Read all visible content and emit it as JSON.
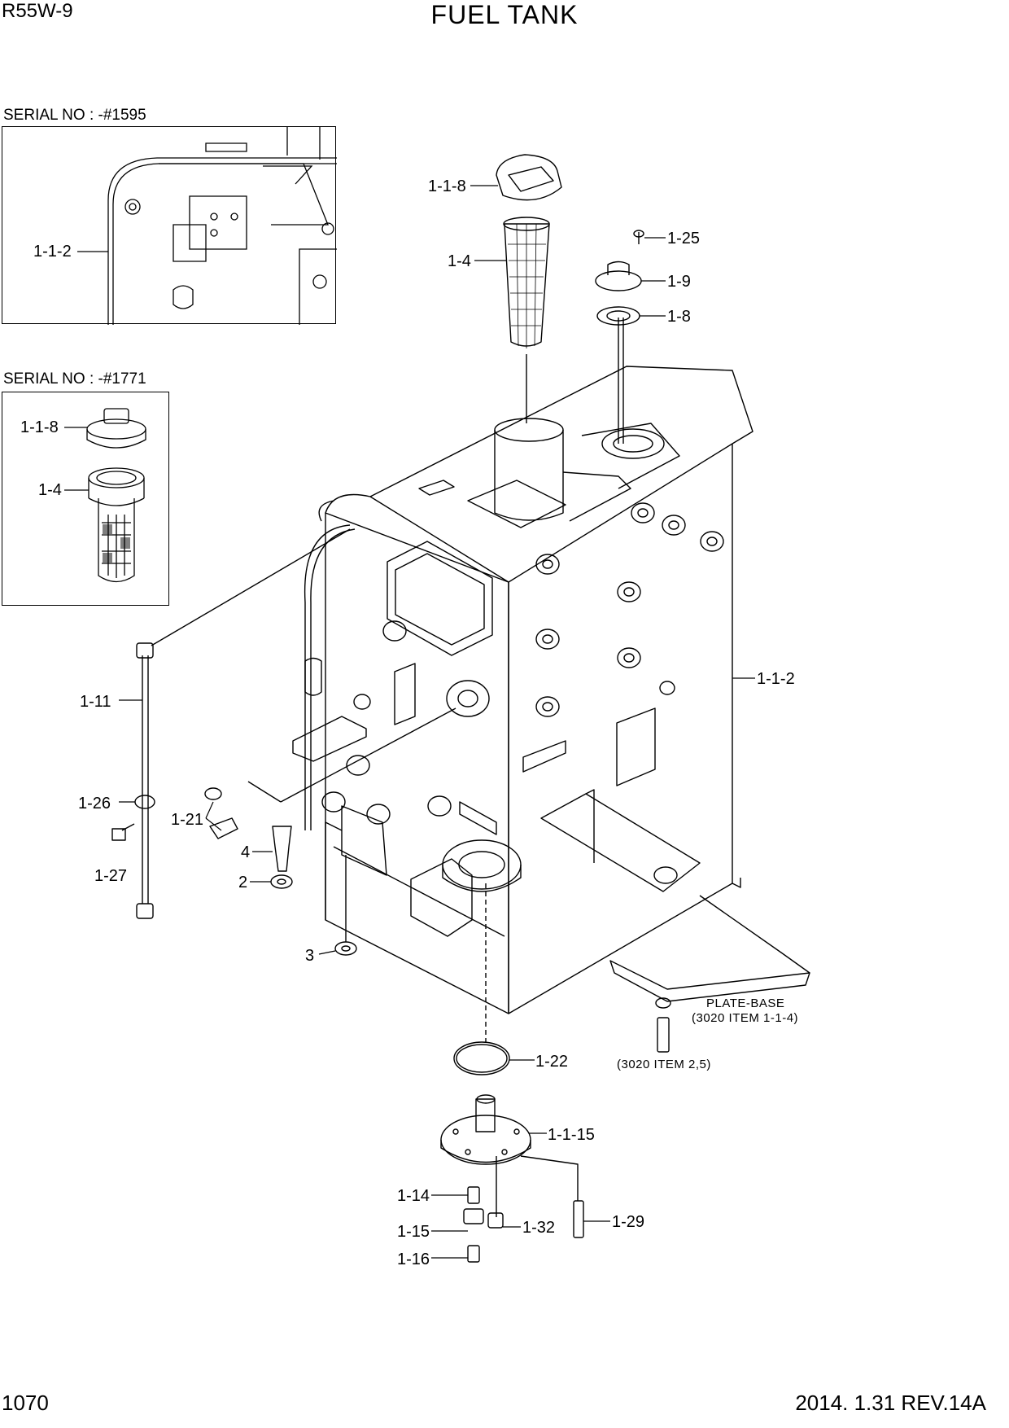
{
  "header": {
    "model": "R55W-9",
    "title": "FUEL TANK"
  },
  "footer": {
    "page": "1070",
    "revision": "2014. 1.31  REV.14A"
  },
  "insets": [
    {
      "serial": "SERIAL NO : -#1595",
      "labels": [
        "1-1-2"
      ]
    },
    {
      "serial": "SERIAL NO : -#1771",
      "labels": [
        "1-1-8",
        "1-4"
      ]
    }
  ],
  "callouts": {
    "c_1_1_8": "1-1-8",
    "c_1_4": "1-4",
    "c_1_25": "1-25",
    "c_1_9": "1-9",
    "c_1_8": "1-8",
    "c_1_1_2": "1-1-2",
    "c_1_11": "1-11",
    "c_1_26": "1-26",
    "c_1_27": "1-27",
    "c_1_21": "1-21",
    "c_4": "4",
    "c_2": "2",
    "c_3": "3",
    "c_1_22": "1-22",
    "c_1_1_15": "1-1-15",
    "c_1_14": "1-14",
    "c_1_15": "1-15",
    "c_1_16": "1-16",
    "c_1_32": "1-32",
    "c_1_29": "1-29"
  },
  "notes": {
    "plate_base": "PLATE-BASE",
    "plate_base_ref": "(3020 ITEM 1-1-4)",
    "bolt_ref": "(3020 ITEM 2,5)"
  }
}
